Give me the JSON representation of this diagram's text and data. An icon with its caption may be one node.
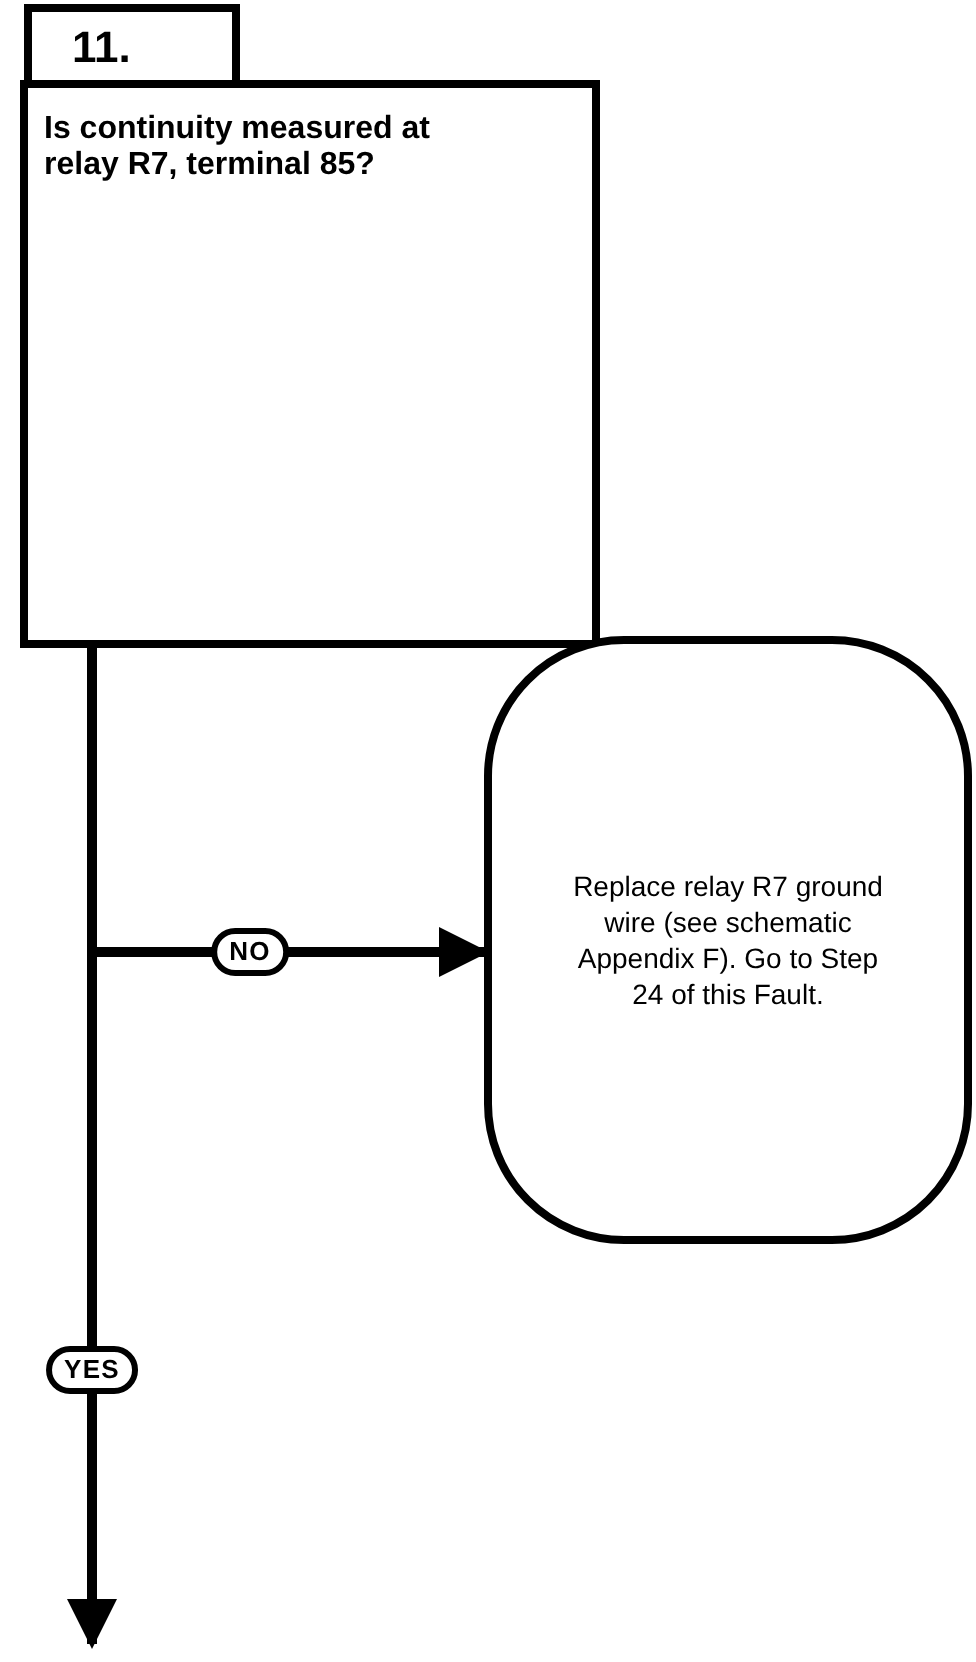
{
  "diagram": {
    "nodes": [
      {
        "text": [
          "11."
        ]
      },
      {
        "text": [
          "Is continuity measured at relay R7, terminal 85?"
        ]
      },
      {
        "text": [
          "Replace relay R7 ground wire (see schematic Appendix F). Go to Step 24 of this Fault."
        ]
      }
    ],
    "edges": [
      {
        "from": 1,
        "to": 2,
        "arrow": "to",
        "label": "NO"
      },
      {
        "from": 1,
        "to": null,
        "arrow": "to",
        "label": "YES"
      }
    ]
  }
}
